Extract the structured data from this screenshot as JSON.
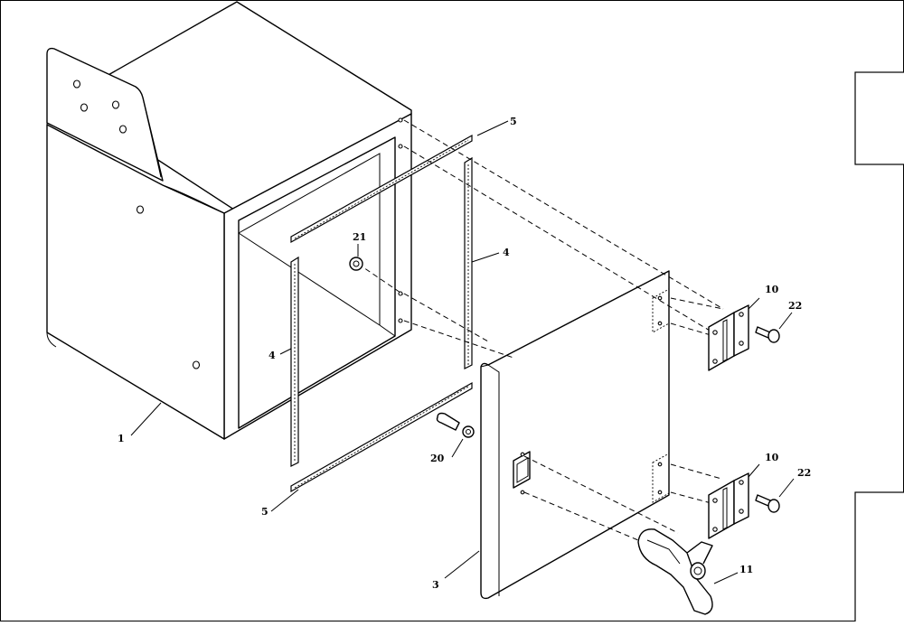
{
  "callouts": [
    {
      "id": "c1",
      "label": "1"
    },
    {
      "id": "c3",
      "label": "3"
    },
    {
      "id": "c4a",
      "label": "4"
    },
    {
      "id": "c4b",
      "label": "4"
    },
    {
      "id": "c5a",
      "label": "5"
    },
    {
      "id": "c5b",
      "label": "5"
    },
    {
      "id": "c10a",
      "label": "10"
    },
    {
      "id": "c10b",
      "label": "10"
    },
    {
      "id": "c11",
      "label": "11"
    },
    {
      "id": "c20",
      "label": "20"
    },
    {
      "id": "c21",
      "label": "21"
    },
    {
      "id": "c22a",
      "label": "22"
    },
    {
      "id": "c22b",
      "label": "22"
    }
  ]
}
